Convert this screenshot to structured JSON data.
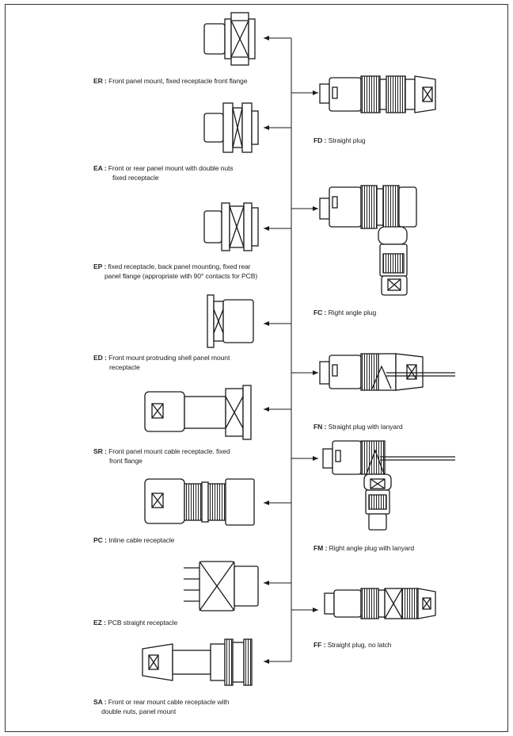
{
  "receptacles": [
    {
      "code": "ER :",
      "line1": "Front panel mount, fixed receptacle front flange",
      "line2": ""
    },
    {
      "code": "EA :",
      "line1": "Front or rear panel mount with double nuts",
      "line2": "fixed receptacle"
    },
    {
      "code": "EP :",
      "line1": "fixed receptacle, back panel mounting, fixed rear",
      "line2": "panel flange (appropriate with 90° contacts for PCB)"
    },
    {
      "code": "ED :",
      "line1": "Front mount protruding shell panel mount",
      "line2": "receptacle"
    },
    {
      "code": "SR :",
      "line1": "Front panel mount cable receptacle. fixed",
      "line2": "front flange"
    },
    {
      "code": "PC :",
      "line1": "Inline cable receptacle",
      "line2": ""
    },
    {
      "code": "EZ :",
      "line1": "PCB straight receptacle",
      "line2": ""
    },
    {
      "code": "SA :",
      "line1": "Front or rear mount cable receptacle with",
      "line2": "double nuts, panel mount"
    }
  ],
  "plugs": [
    {
      "code": "FD :",
      "line1": "Straight plug"
    },
    {
      "code": "FC :",
      "line1": "Right angle plug"
    },
    {
      "code": "FN :",
      "line1": "Straight plug with lanyard"
    },
    {
      "code": "FM :",
      "line1": "Right angle plug with lanyard"
    },
    {
      "code": "FF :",
      "line1": "Straight plug, no latch"
    }
  ],
  "colors": {
    "line": "#1a1a1a",
    "frame": "#333333"
  }
}
